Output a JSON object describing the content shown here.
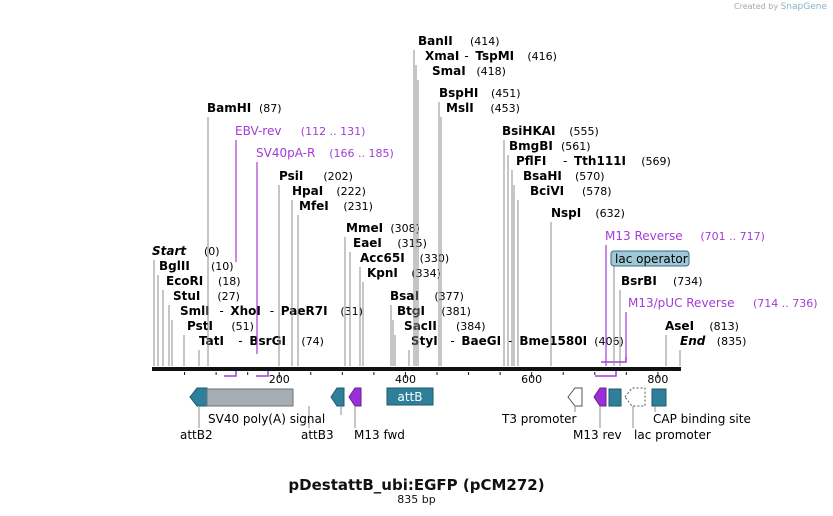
{
  "credit": {
    "prefix": "Created by",
    "brand": "SnapGene"
  },
  "map": {
    "title": "pDestattB_ubi:EGFP (pCM272)",
    "length_label": "835 bp",
    "total_bp": 835,
    "ruler_ticks": [
      "200",
      "400",
      "600",
      "800"
    ]
  },
  "colors": {
    "enzyme": "#000000",
    "primer": "#a33cd6",
    "leader": "#8c8c8c",
    "feature_teal": "#2f7f9a",
    "feature_gray": "#a6adb4",
    "feature_purple": "#9a2fd6",
    "operator_fill": "#9fc7d6"
  },
  "enzyme_labels": [
    {
      "segments": [
        {
          "text": "Start",
          "italic": true
        }
      ],
      "pos": "(0)"
    },
    {
      "segments": [
        {
          "text": "BglII"
        }
      ],
      "pos": "(10)"
    },
    {
      "segments": [
        {
          "text": "EcoRI"
        }
      ],
      "pos": "(18)"
    },
    {
      "segments": [
        {
          "text": "StuI"
        }
      ],
      "pos": "(27)"
    },
    {
      "segments": [
        {
          "text": "SmlI"
        },
        {
          "text": "XhoI"
        },
        {
          "text": "PaeR7I"
        }
      ],
      "pos": "(31)"
    },
    {
      "segments": [
        {
          "text": "PstI"
        }
      ],
      "pos": "(51)"
    },
    {
      "segments": [
        {
          "text": "TatI"
        },
        {
          "text": "BsrGI"
        }
      ],
      "pos": "(74)"
    },
    {
      "segments": [
        {
          "text": "BamHI"
        }
      ],
      "pos": "(87)"
    },
    {
      "segments": [
        {
          "text": "PsiI"
        }
      ],
      "pos": "(202)"
    },
    {
      "segments": [
        {
          "text": "HpaI"
        }
      ],
      "pos": "(222)"
    },
    {
      "segments": [
        {
          "text": "MfeI"
        }
      ],
      "pos": "(231)"
    },
    {
      "segments": [
        {
          "text": "MmeI"
        }
      ],
      "pos": "(308)"
    },
    {
      "segments": [
        {
          "text": "EaeI"
        }
      ],
      "pos": "(315)"
    },
    {
      "segments": [
        {
          "text": "Acc65I"
        }
      ],
      "pos": "(330)"
    },
    {
      "segments": [
        {
          "text": "KpnI"
        }
      ],
      "pos": "(334)"
    },
    {
      "segments": [
        {
          "text": "BsaI"
        }
      ],
      "pos": "(377)"
    },
    {
      "segments": [
        {
          "text": "BtgI"
        }
      ],
      "pos": "(381)"
    },
    {
      "segments": [
        {
          "text": "SacII"
        }
      ],
      "pos": "(384)"
    },
    {
      "segments": [
        {
          "text": "StyI"
        },
        {
          "text": "BaeGI"
        },
        {
          "text": "Bme1580I"
        }
      ],
      "pos": "(406)"
    },
    {
      "segments": [
        {
          "text": "BanII"
        }
      ],
      "pos": "(414)"
    },
    {
      "segments": [
        {
          "text": "XmaI"
        },
        {
          "text": "TspMI"
        }
      ],
      "pos": "(416)"
    },
    {
      "segments": [
        {
          "text": "SmaI"
        }
      ],
      "pos": "(418)"
    },
    {
      "segments": [
        {
          "text": "BspHI"
        }
      ],
      "pos": "(451)"
    },
    {
      "segments": [
        {
          "text": "MslI"
        }
      ],
      "pos": "(453)"
    },
    {
      "segments": [
        {
          "text": "BsiHKAI"
        }
      ],
      "pos": "(555)"
    },
    {
      "segments": [
        {
          "text": "BmgBI"
        }
      ],
      "pos": "(561)"
    },
    {
      "segments": [
        {
          "text": "PflFI"
        },
        {
          "text": "Tth111I"
        }
      ],
      "pos": "(569)"
    },
    {
      "segments": [
        {
          "text": "BsaHI"
        }
      ],
      "pos": "(570)"
    },
    {
      "segments": [
        {
          "text": "BciVI"
        }
      ],
      "pos": "(578)"
    },
    {
      "segments": [
        {
          "text": "NspI"
        }
      ],
      "pos": "(632)"
    },
    {
      "segments": [
        {
          "text": "BsrBI"
        }
      ],
      "pos": "(734)"
    },
    {
      "segments": [
        {
          "text": "AseI"
        }
      ],
      "pos": "(813)"
    },
    {
      "segments": [
        {
          "text": "End",
          "italic": true
        }
      ],
      "pos": "(835)"
    }
  ],
  "primer_labels": [
    {
      "name": "EBV-rev",
      "range": "(112 .. 131)"
    },
    {
      "name": "SV40pA-R",
      "range": "(166 .. 185)"
    },
    {
      "name": "M13 Reverse",
      "range": "(701 .. 717)"
    },
    {
      "name": "M13/pUC Reverse",
      "range": "(714 .. 736)"
    }
  ],
  "boxed_label": "lac operator",
  "feature_labels": [
    "SV40 poly(A) signal",
    "attB2",
    "attB3",
    "M13 fwd",
    "T3 promoter",
    "M13 rev",
    "lac promoter",
    "CAP binding site"
  ],
  "attb_box_label": "attB"
}
